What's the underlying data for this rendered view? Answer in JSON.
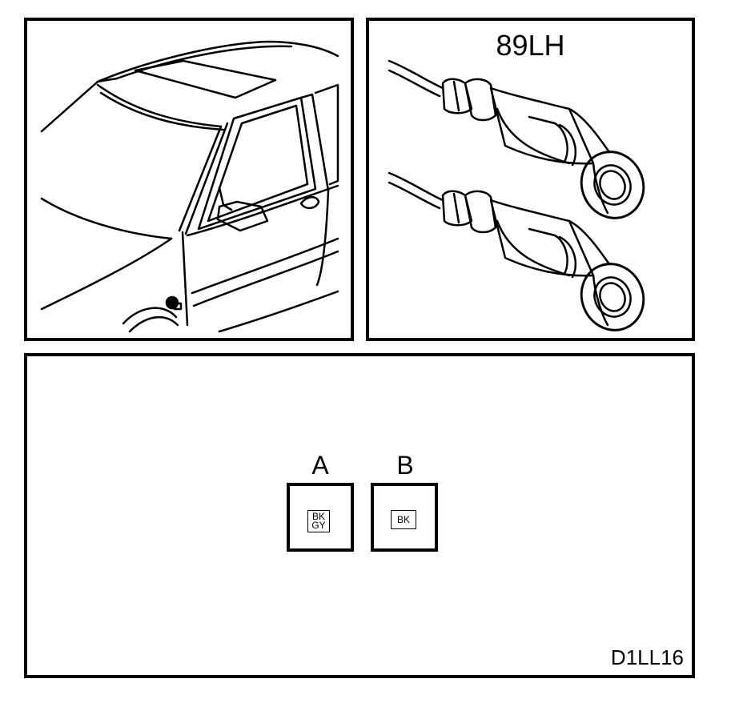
{
  "connector_view": {
    "title": "89LH"
  },
  "terminals": [
    {
      "letter": "A",
      "wire_colors": [
        "BK",
        "GY"
      ]
    },
    {
      "letter": "B",
      "wire_colors": [
        "BK"
      ]
    }
  ],
  "diagram_code": "D1LL16",
  "colors": {
    "line": "#000000",
    "background": "#ffffff"
  },
  "icons": [
    "vehicle-front-door-icon",
    "connector-plug-icon"
  ]
}
